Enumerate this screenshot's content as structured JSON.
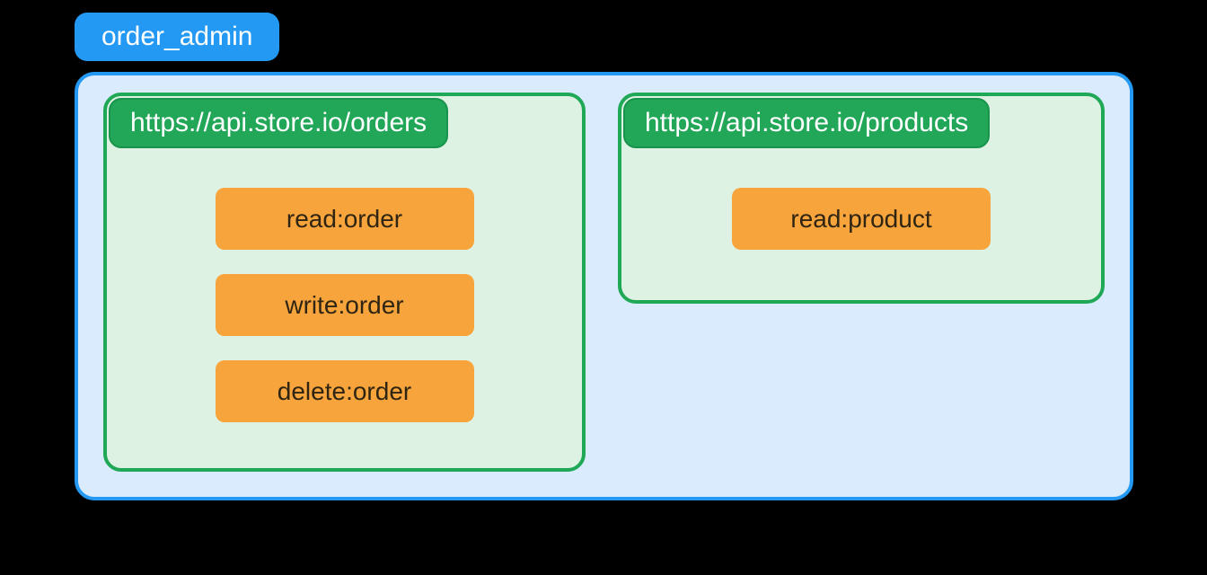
{
  "diagram": {
    "role_label": "order_admin",
    "resources": [
      {
        "name": "https://api.store.io/orders",
        "scopes": [
          "read:order",
          "write:order",
          "delete:order"
        ]
      },
      {
        "name": "https://api.store.io/products",
        "scopes": [
          "read:product"
        ]
      }
    ],
    "colors": {
      "background": "#000000",
      "role_fill": "#2499F4",
      "role_text": "#FFFFFF",
      "container_fill": "#D9EBFC",
      "container_border": "#2499F4",
      "resource_fill": "#DEF2E4",
      "resource_border": "#1FA855",
      "resource_label_fill": "#21A757",
      "resource_label_edge": "#17934B",
      "resource_label_text": "#FFFFFF",
      "scope_fill": "#F7A43C",
      "scope_text": "#2F2512"
    }
  }
}
